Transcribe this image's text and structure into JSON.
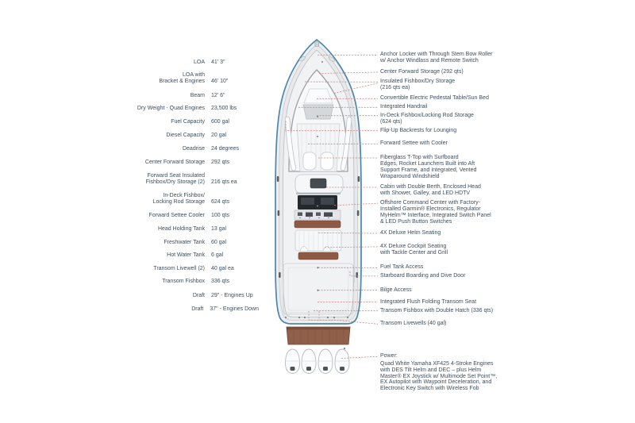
{
  "specs": [
    {
      "label": "LOA",
      "value": "41' 3\""
    },
    {
      "label": "LOA with\nBracket & Engines",
      "value": "46' 10\""
    },
    {
      "label": "Beam",
      "value": "12' 6\""
    },
    {
      "label": "Dry Weight - Quad Engines",
      "value": "23,500 lbs"
    },
    {
      "label": "Fuel Capacity",
      "value": "600 gal"
    },
    {
      "label": "Diesel Capacity",
      "value": "20 gal"
    },
    {
      "label": "Deadrise",
      "value": "24 degrees"
    },
    {
      "label": "Center Forward Storage",
      "value": "292 qts"
    },
    {
      "label": "Forward Seat Insulated\nFishbox/Dry Storage (2)",
      "value": "216 qts ea"
    },
    {
      "label": "In-Deck Fishbox/\nLocking Rod Storage",
      "value": "624 qts"
    },
    {
      "label": "Forward Settee Cooler",
      "value": "100 qts"
    },
    {
      "label": "Head Holding Tank",
      "value": "13 gal"
    },
    {
      "label": "Freshwater Tank",
      "value": "60 gal"
    },
    {
      "label": "Hot Water Tank",
      "value": "6 gal"
    },
    {
      "label": "Transom Livewell (2)",
      "value": "40 gal ea"
    },
    {
      "label": "Transom Fishbox",
      "value": "336 qts"
    },
    {
      "label": "Draft",
      "value": "29\" - Engines Up"
    },
    {
      "label": "Draft",
      "value": "37\" - Engines Down"
    }
  ],
  "callouts": [
    {
      "text": "Anchor Locker with Through Stem Bow Roller\nw/ Anchor Windlass and Remote Switch"
    },
    {
      "text": "Center Forward Storage (292 qts)"
    },
    {
      "text": "Insulated Fishbox/Dry Storage\n(216 qts ea)"
    },
    {
      "text": "Convertible Electric Pedestal Table/Sun Bed"
    },
    {
      "text": "Integrated Handrail"
    },
    {
      "text": "In-Deck Fishbox/Locking Rod Storage\n(624 qts)"
    },
    {
      "text": "Flip-Up Backrests for Lounging"
    },
    {
      "text": "Forward Settee with Cooler"
    },
    {
      "text": "Fiberglass T-Top with Surfboard\nEdges, Rocket Launchers Built into Aft\nSupport Frame, and Integrated, Vented\nWraparound Windshield"
    },
    {
      "text": "Cabin with Double Berth, Enclosed Head\nwith Shower, Galley, and LED HDTV"
    },
    {
      "text": "Offshore Command Center with Factory-\nInstalled Garmin® Electronics, Regulator\nMyHelm™ Interface, Integrated Switch Panel\n& LED Push Button Switches"
    },
    {
      "text": "4X Deluxe Helm Seating"
    },
    {
      "text": "4X Deluxe Cockpit Seating\nwith Tackle Center and Grill"
    },
    {
      "text": "Fuel Tank Access"
    },
    {
      "text": "Starboard Boarding and Dive Door"
    },
    {
      "text": "Bilge Access"
    },
    {
      "text": "Integrated Flush Folding Transom Seat"
    },
    {
      "text": "Transom Fishbox with Double Hatch (336 qts)"
    },
    {
      "text": "Transom Livewells (40 gal)"
    }
  ],
  "power": {
    "label": "Power:",
    "text": "Quad White Yamaha XF425 4-Stroke Engines\nwith DES Tilt Helm and DEC – plus Helm\nMaster® EX Joystick w/ Multimode Set Point™,\nEX Autopilot with Waypoint Deceleration, and\nElectronic Key Switch with Wireless Fob"
  },
  "colors": {
    "text": "#3f4e5d",
    "leader_line": "#d08484",
    "hull_outline": "#4a87aa",
    "wood_accent": "#8d5b45"
  }
}
